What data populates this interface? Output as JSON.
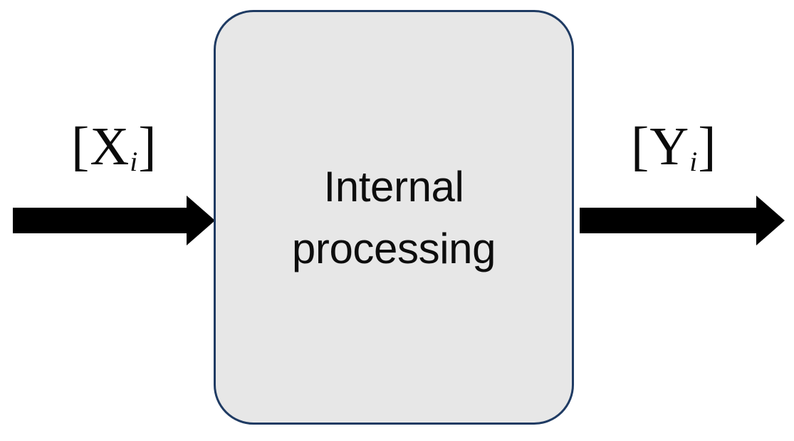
{
  "diagram": {
    "type": "block-diagram",
    "title": "Black-box system block diagram",
    "background_color": "#ffffff",
    "block": {
      "label_line1": "Internal",
      "label_line2": "processing",
      "fill_color": "#e7e7e7",
      "border_color": "#1f3b63",
      "text_color": "#0d0d0d",
      "shape": "rounded-rectangle"
    },
    "input": {
      "label_open_bracket": "[",
      "label_symbol": "X",
      "label_subscript": "i",
      "label_close_bracket": "]",
      "label_text": "[Xi]",
      "arrow_direction": "right",
      "arrow_color": "#000000",
      "icon": "arrow-right-icon"
    },
    "output": {
      "label_open_bracket": "[",
      "label_symbol": "Y",
      "label_subscript": "i",
      "label_close_bracket": "]",
      "label_text": "[Yi]",
      "arrow_direction": "right",
      "arrow_color": "#000000",
      "icon": "arrow-right-icon"
    }
  }
}
